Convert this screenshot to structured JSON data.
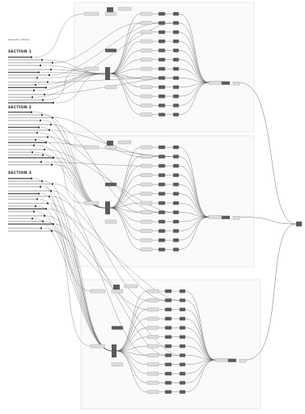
{
  "canvas": {
    "title": "Parametric definition",
    "subtitle": ""
  },
  "sections": [
    {
      "label": "SECTION 1",
      "params": 16
    },
    {
      "label": "SECTION 2",
      "params": 18
    },
    {
      "label": "SECTION 3",
      "params": 18
    }
  ],
  "groups": [
    {
      "id": "group-1",
      "components": 40
    },
    {
      "id": "group-2",
      "components": 42
    },
    {
      "id": "group-3",
      "components": 42
    }
  ],
  "colors": {
    "background": "#ffffff",
    "wire": "#4a4a4a",
    "group_border": "#d9d9d9",
    "component_fill": "#dcdcdc",
    "component_dark": "#5a5a5a",
    "slider_track": "#bfbfbf"
  }
}
